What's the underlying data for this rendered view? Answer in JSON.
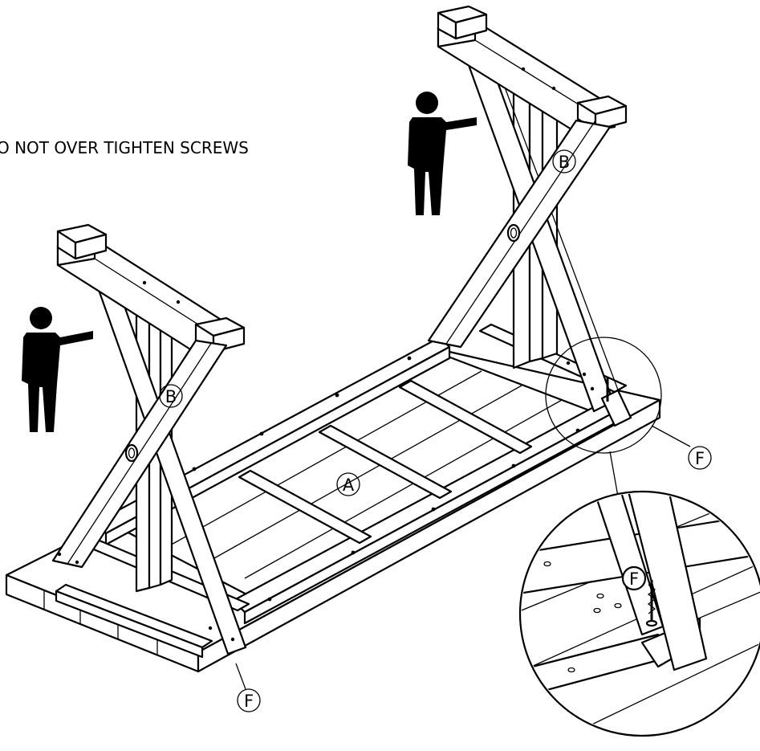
{
  "caption": "O NOT OVER TIGHTEN SCREWS",
  "parts": {
    "a": "A",
    "b_right": "B",
    "b_left": "B",
    "f_right": "F",
    "f_left": "F",
    "f_detail": "F"
  },
  "icons": {
    "person_right": "pointing-person-icon",
    "person_left": "pointing-person-icon"
  },
  "colors": {
    "line": "#000000",
    "background": "#ffffff"
  }
}
